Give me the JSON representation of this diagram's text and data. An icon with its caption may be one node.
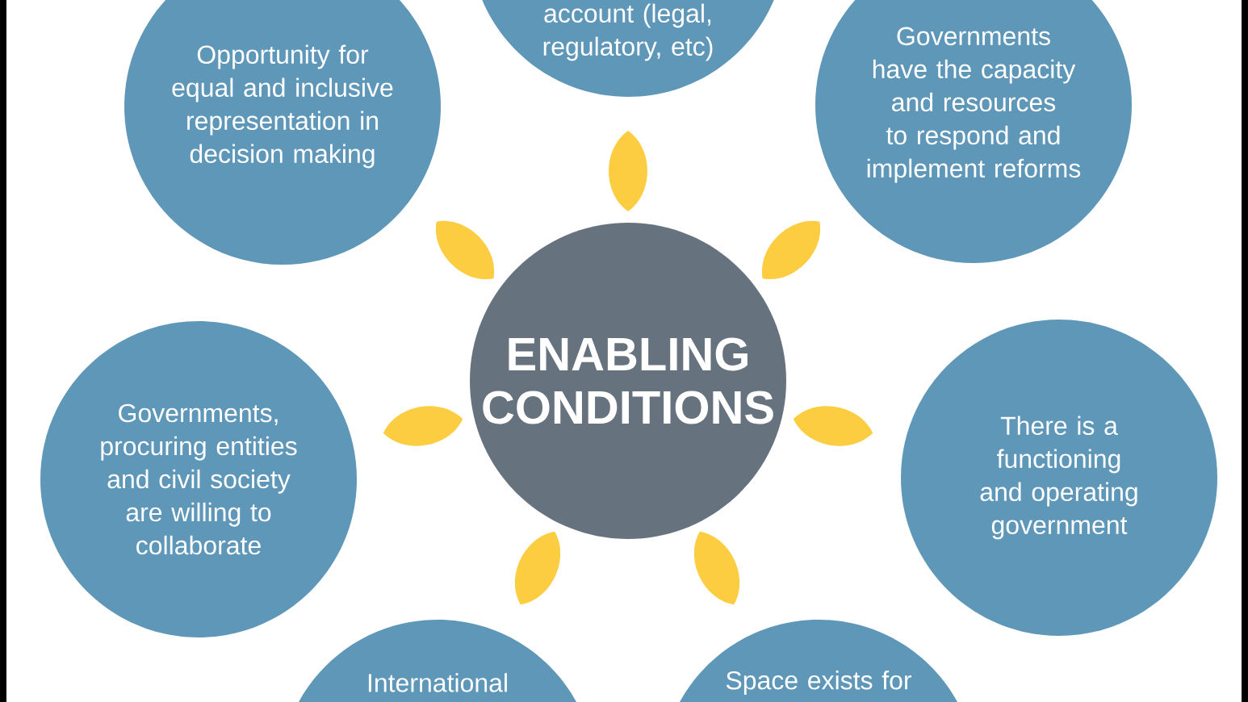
{
  "diagram": {
    "nodes": [
      {
        "text": [
          "Opportunity for equal and inclusive representation in decision making"
        ]
      },
      {
        "text": [
          "account (legal, regulatory, etc)"
        ]
      },
      {
        "text": [
          "Governments have the capacity and resources to respond and implement reforms"
        ]
      },
      {
        "text": [
          "ENABLING CONDITIONS"
        ]
      },
      {
        "text": [
          "Governments, procuring entities and civil society are willing to collaborate"
        ]
      },
      {
        "text": [
          "There is a functioning and operating government"
        ]
      },
      {
        "text": [
          "International"
        ]
      },
      {
        "text": [
          "Space exists for"
        ]
      }
    ]
  }
}
